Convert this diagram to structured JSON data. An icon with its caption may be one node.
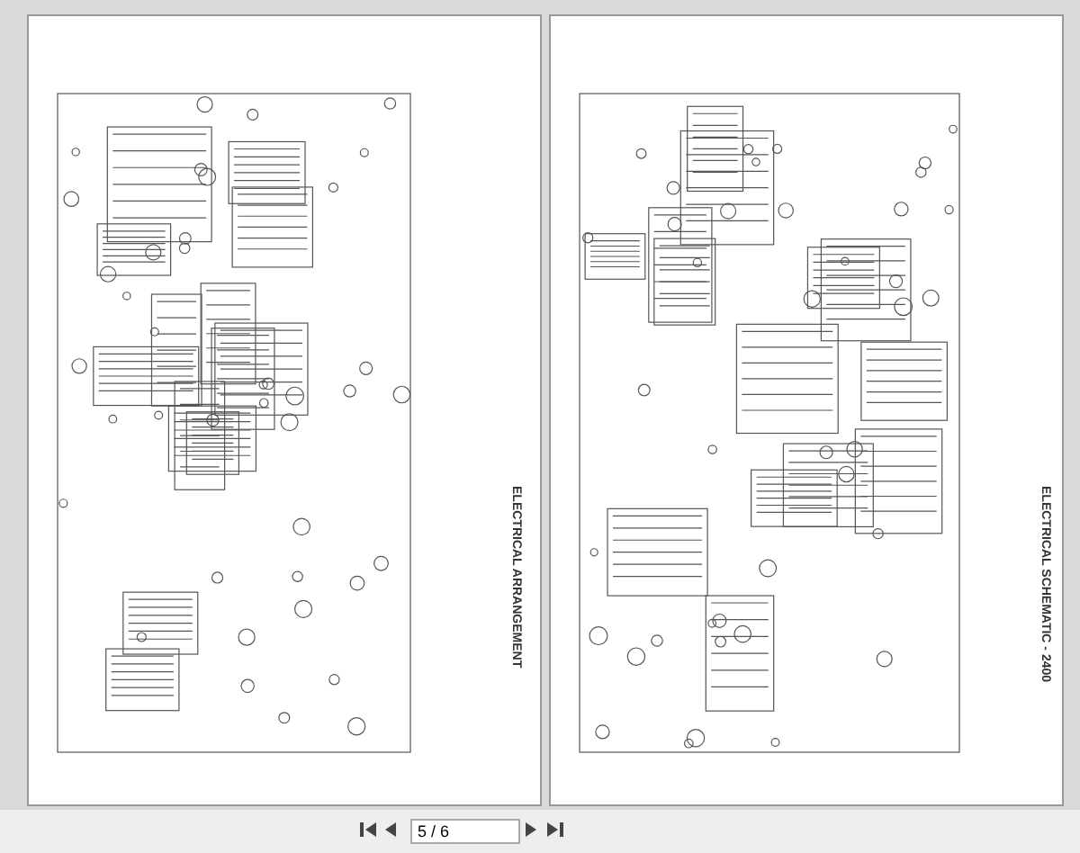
{
  "diagram": {
    "labels": [
      "ELECTRICAL ARRANGEMENT",
      "ELECTRICAL SCHEMATIC - 2400",
      "5 / 6"
    ]
  }
}
